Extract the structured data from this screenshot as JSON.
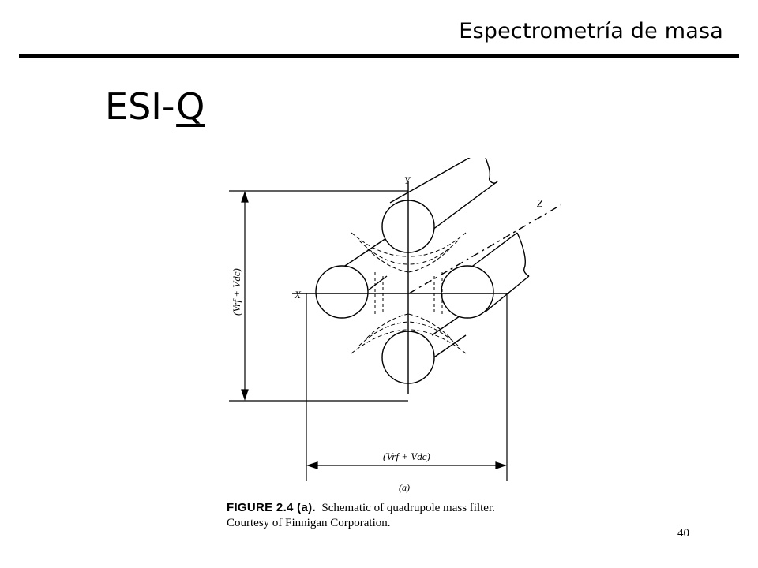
{
  "header": {
    "title": "Espectrometría de masa"
  },
  "slide": {
    "title_prefix": "ESI-",
    "title_underlined": "Q"
  },
  "figure": {
    "axis_y": "Y",
    "axis_x": "X",
    "axis_z": "Z",
    "vertical_dimension": "(Vrf + Vdc)",
    "horizontal_dimension": "(Vrf + Vdc)",
    "sublabel": "(a)"
  },
  "caption": {
    "label": "FIGURE 2.4 (a).",
    "text": "Schematic of quadrupole mass filter.",
    "line2": "Courtesy of Finnigan Corporation."
  },
  "page_number": "40"
}
